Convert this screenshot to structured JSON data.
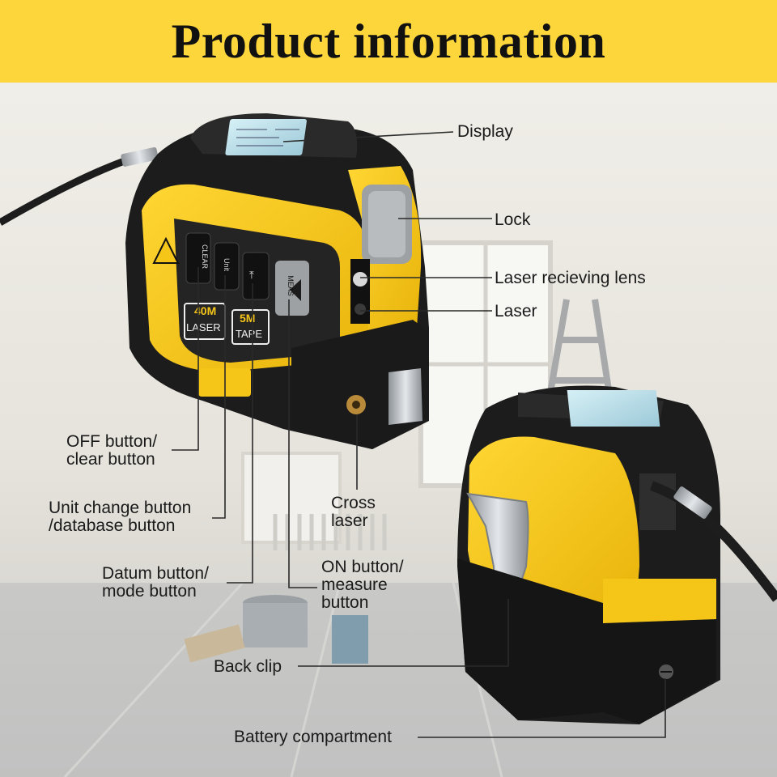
{
  "banner": {
    "title": "Product information",
    "color": "#fcd63a"
  },
  "device_front": {
    "buttons": {
      "clear": "CLEAR",
      "unit": "Unit",
      "datum": "⤒",
      "meas": "MEAS"
    },
    "badges": {
      "laser_range": "40M",
      "laser_word": "LASER",
      "tape_range": "5M",
      "tape_word": "TAPE"
    }
  },
  "labels": {
    "display": "Display",
    "lock": "Lock",
    "receiving_lens": "Laser recieving lens",
    "laser": "Laser",
    "off_button": [
      "OFF button/",
      "clear button"
    ],
    "unit_button": [
      "Unit change button",
      "/database button"
    ],
    "datum_button": [
      "Datum button/",
      "mode button"
    ],
    "cross_laser": [
      "Cross",
      "laser"
    ],
    "on_button": [
      "ON button/",
      "measure",
      "button"
    ],
    "back_clip": "Back clip",
    "battery": "Battery compartment"
  },
  "colors": {
    "body_yellow": "#f5c518",
    "body_black": "#1c1c1c",
    "screen": "#bfe3ee"
  }
}
